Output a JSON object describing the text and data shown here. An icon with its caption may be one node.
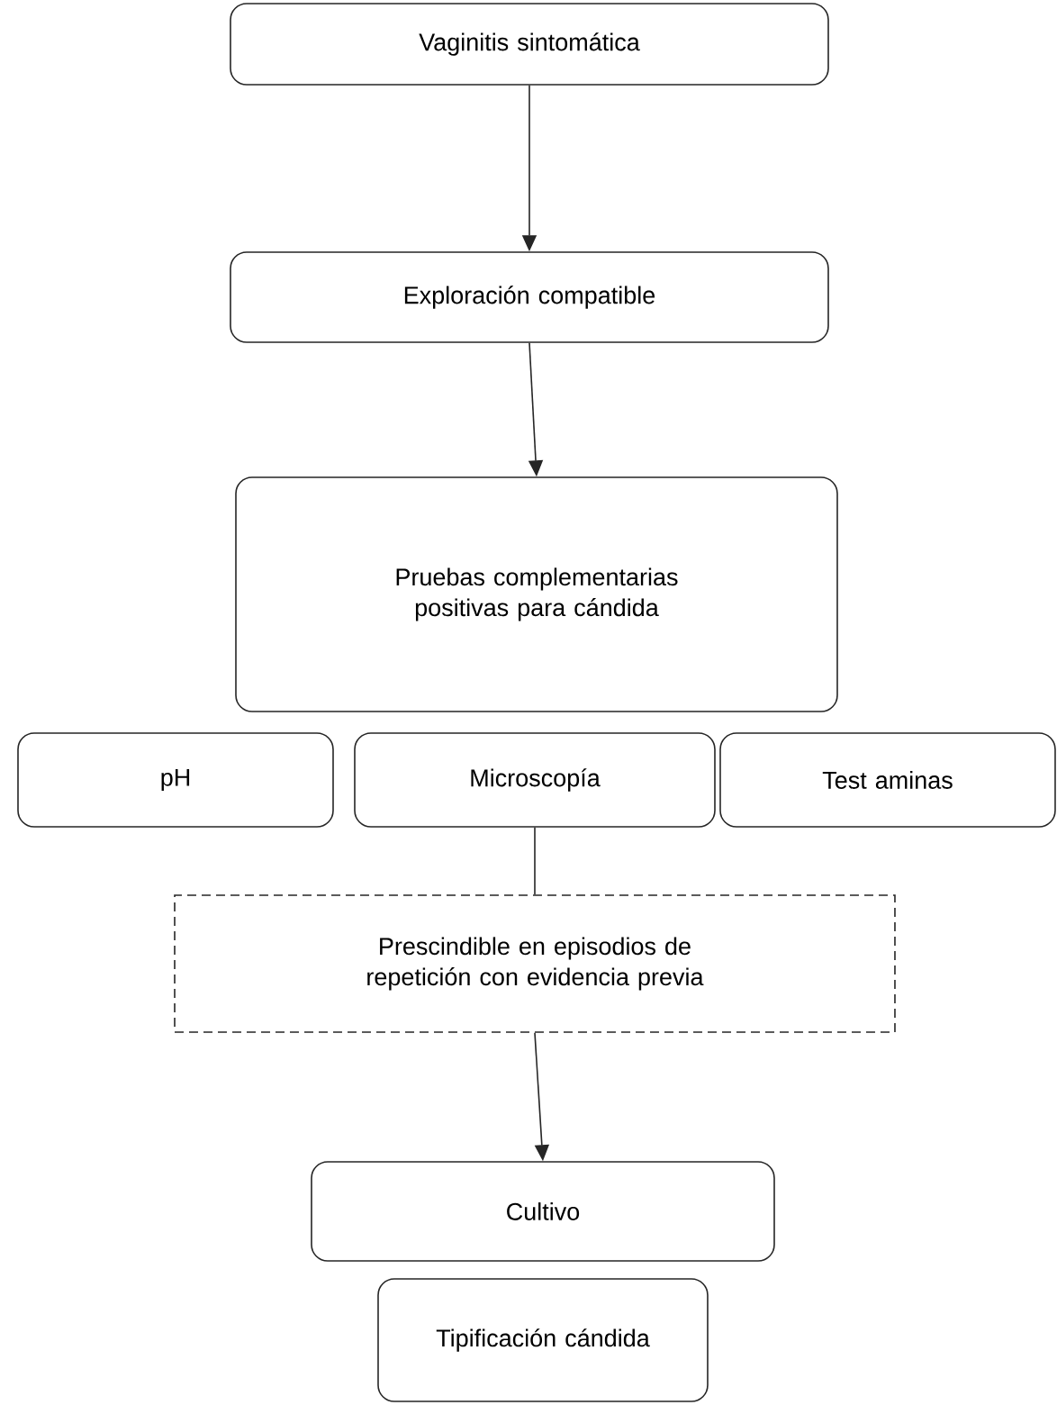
{
  "diagram": {
    "nodes": [
      {
        "text": [
          "Vaginitis sintomática"
        ]
      },
      {
        "text": [
          "Exploración compatible"
        ]
      },
      {
        "text": [
          "Pruebas complementarias positivas para cándida"
        ]
      },
      {
        "text": [
          "pH"
        ]
      },
      {
        "text": [
          "Microscopía"
        ]
      },
      {
        "text": [
          "Test aminas"
        ]
      },
      {
        "text": [
          "Prescindible en episodios de repetición con evidencia previa"
        ]
      },
      {
        "text": [
          "Cultivo"
        ]
      },
      {
        "text": [
          "Tipificación cándida"
        ]
      }
    ],
    "edges": [
      {
        "from": 0,
        "to": 1,
        "arrow": "to"
      },
      {
        "from": 1,
        "to": 2,
        "arrow": "to"
      },
      {
        "from": 4,
        "to": 6,
        "arrow": "none"
      },
      {
        "from": 6,
        "to": 7,
        "arrow": "to"
      }
    ]
  }
}
